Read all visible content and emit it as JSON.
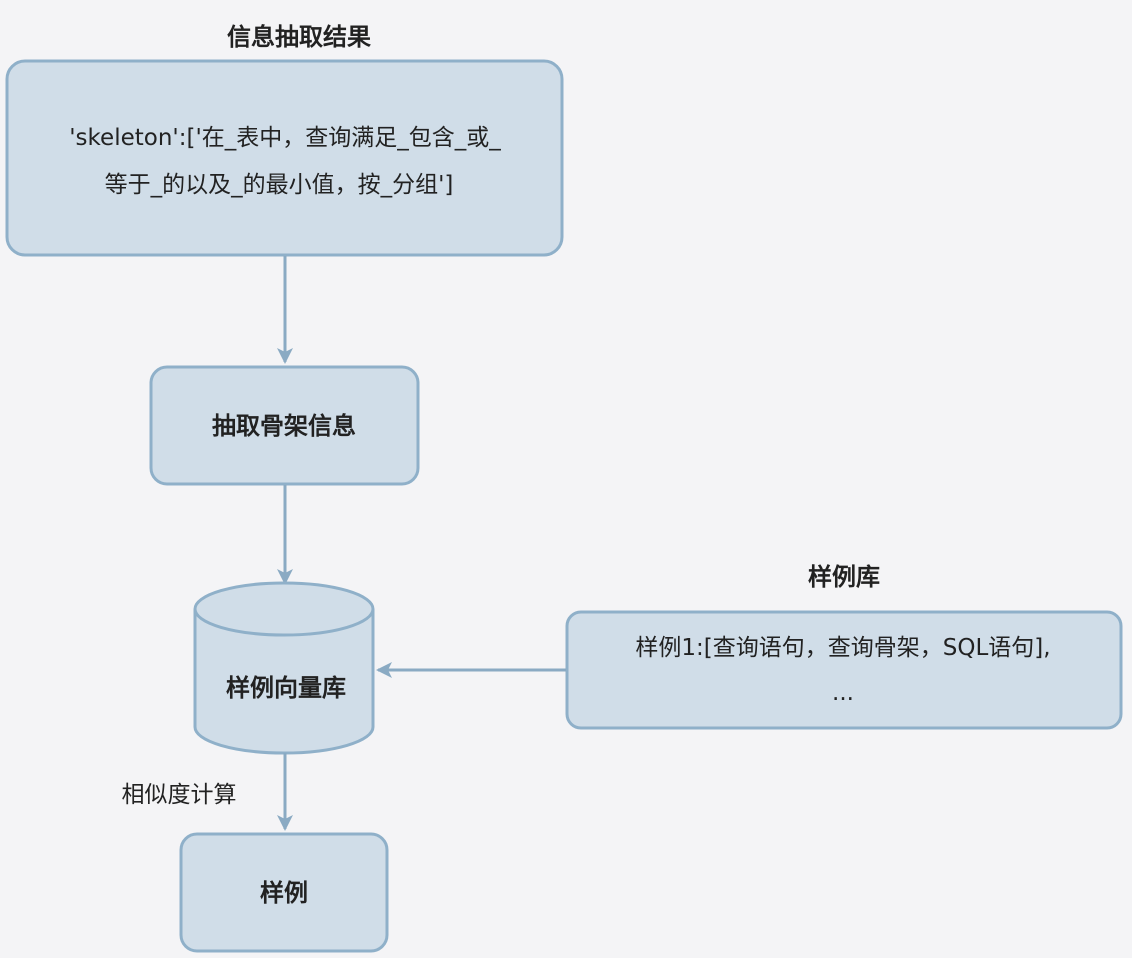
{
  "diagram": {
    "extraction_result": {
      "heading": "信息抽取结果",
      "line1": "'skeleton':['在_表中，查询满足_包含_或_",
      "line2": "等于_的以及_的最小值，按_分组']"
    },
    "extract_skeleton": {
      "label": "抽取骨架信息"
    },
    "example_vector_db": {
      "label": "样例向量库"
    },
    "example_library": {
      "heading": "样例库",
      "line1": "样例1:[查询语句，查询骨架，SQL语句],",
      "line2": "..."
    },
    "similarity": {
      "label": "相似度计算"
    },
    "example_output": {
      "label": "样例"
    },
    "colors": {
      "box_fill": "#d0dde8",
      "box_stroke": "#8fb0c9",
      "arrow": "#8aaac3",
      "background": "#f4f4f6"
    }
  }
}
